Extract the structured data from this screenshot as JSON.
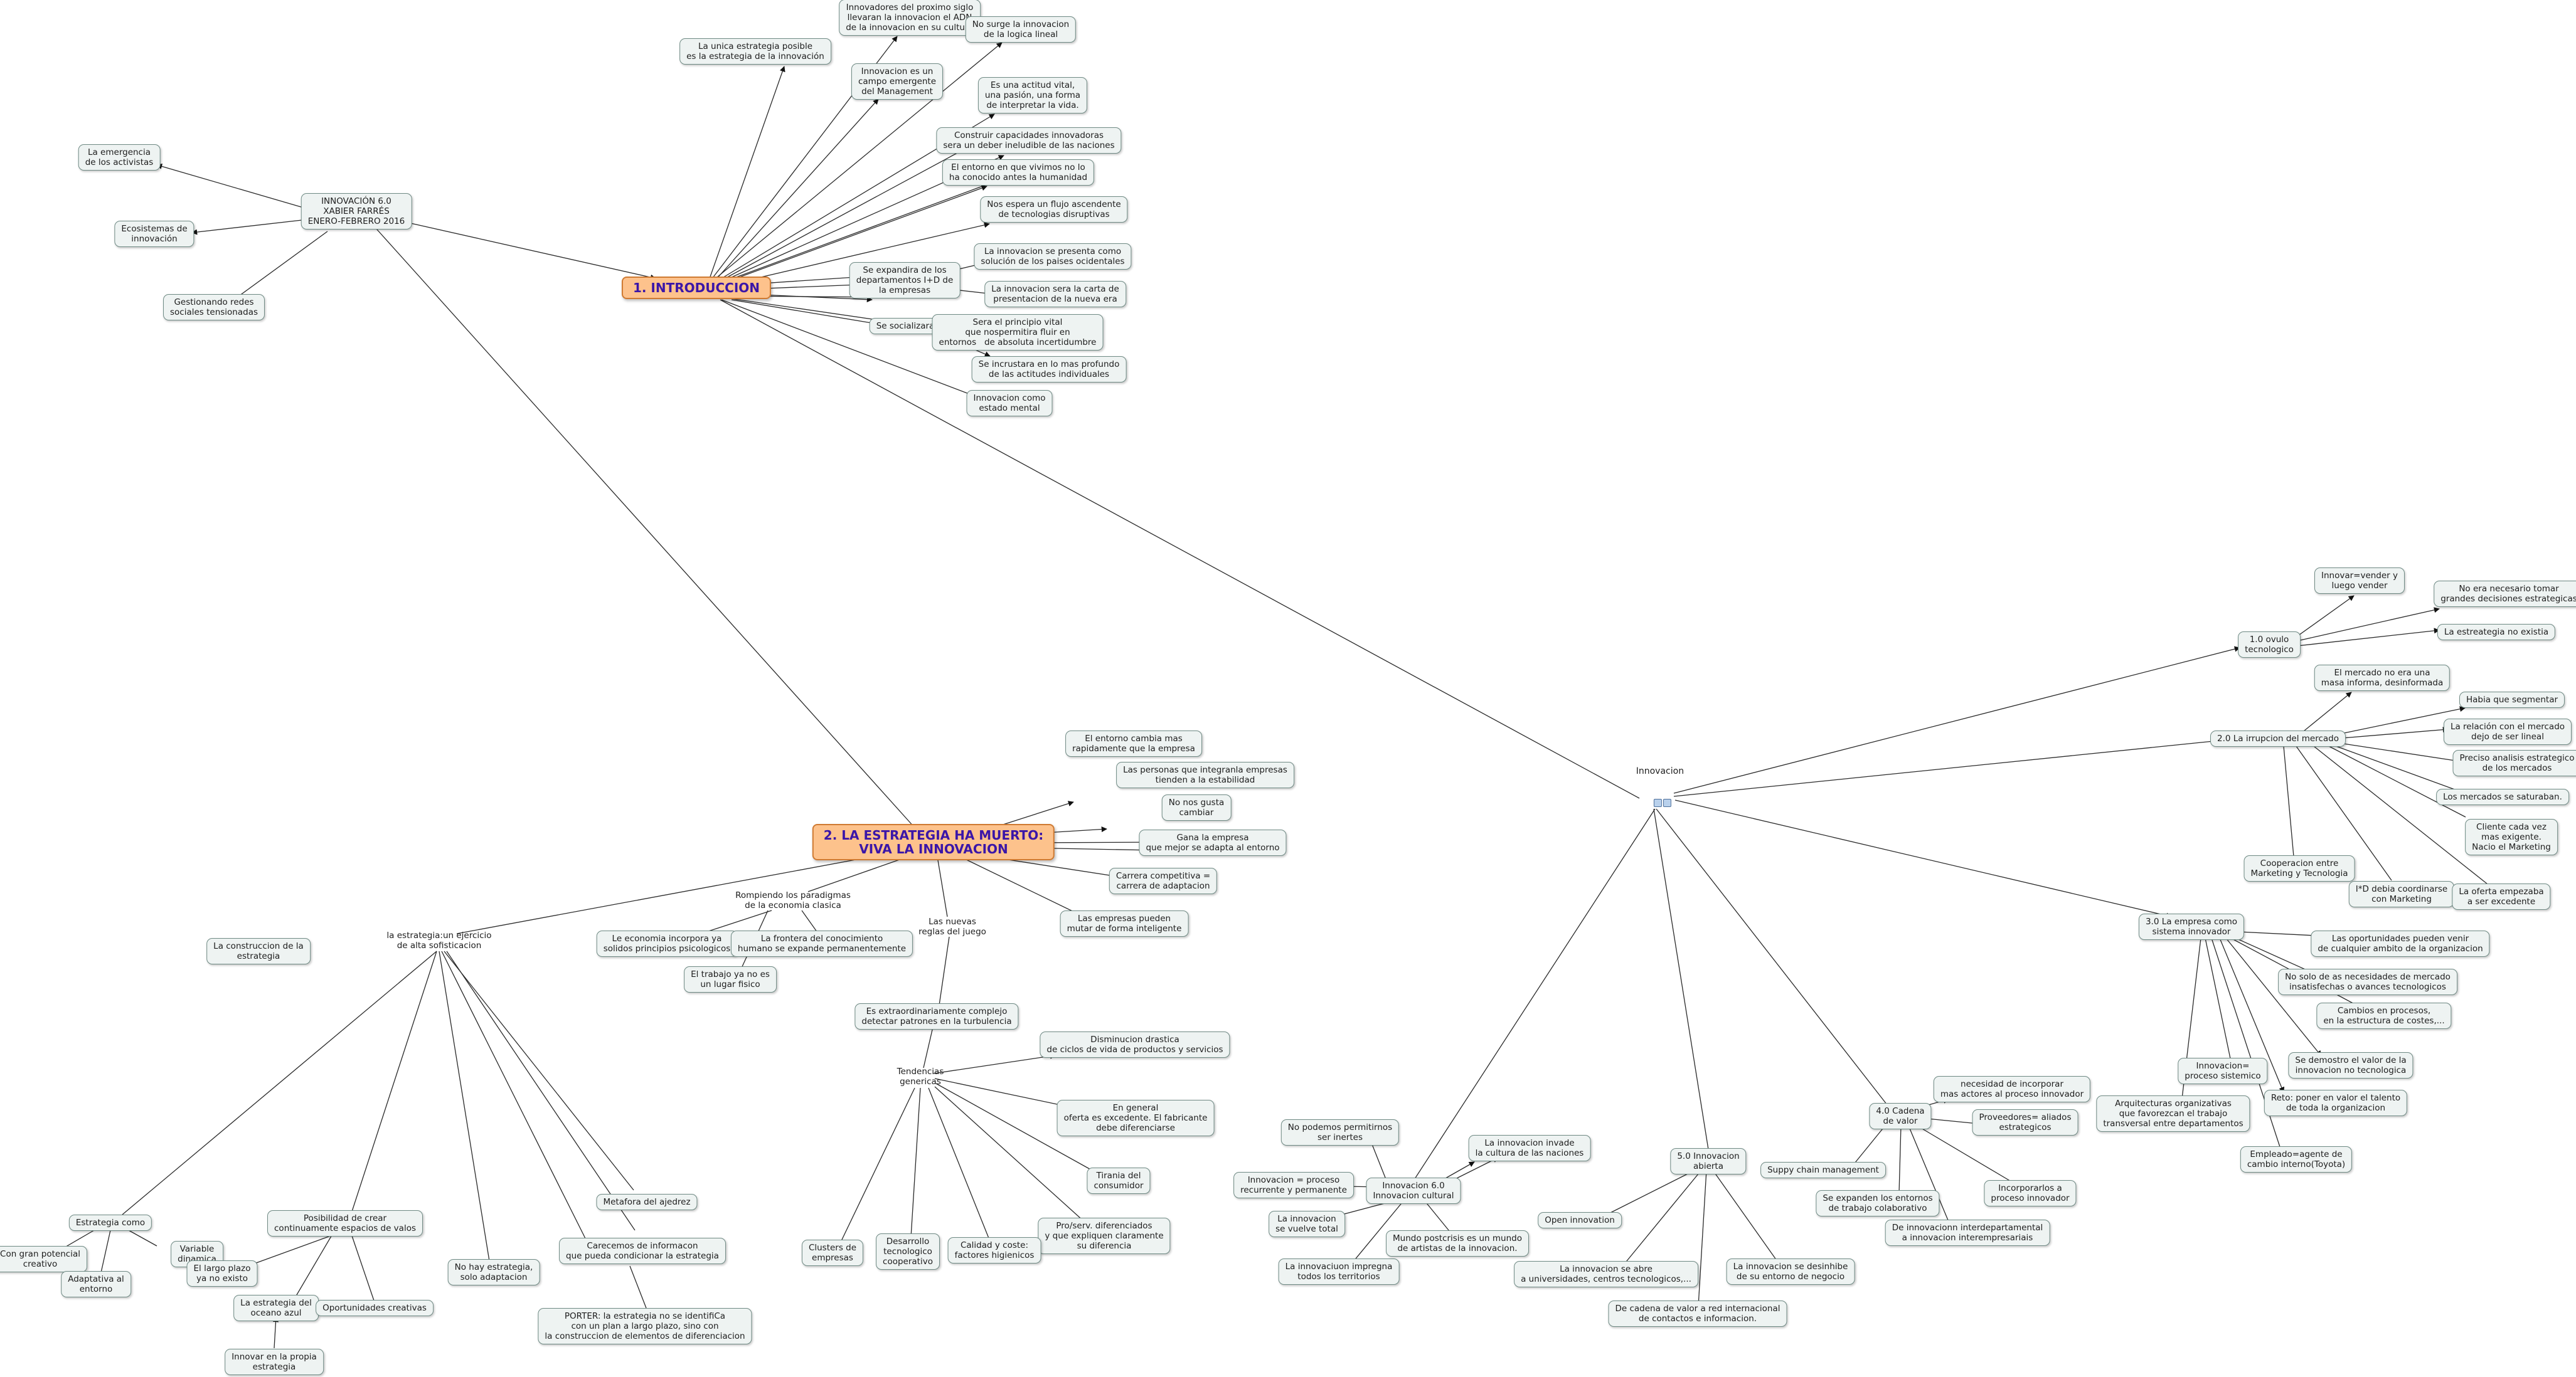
{
  "map": {
    "root": "INNOVACIÓN 6.0\nXABIER FARRÉS\nENERO-FEBRERO 2016",
    "emergencia": "La emergencia\nde los activistas",
    "ecosistemas": "Ecosistemas de\ninnovación",
    "gestionando": "Gestionando redes\nsociales tensionadas",
    "intro": "1. INTRODUCCION",
    "i_unica": "La unica estrategia posible\nes la estrategia de la innovación",
    "i_innovadores": "Innovadores del proximo siglo\nllevaran la innovacion el ADN\nde la innovacion en su cultura",
    "i_no_surge": "No surge la innovacion\nde la logica lineal",
    "i_campo": "Innovacion es un\ncampo emergente\ndel Management",
    "i_actitud": "Es una actitud vital,\nuna pasión, una forma\nde interpretar la vida.",
    "i_construir": "Construir capacidades innovadoras\nsera un deber ineludible de las naciones",
    "i_entorno": "El entorno en que vivimos no lo\nha conocido antes la humanidad",
    "i_flujo": "Nos espera un flujo ascendente\nde tecnologias disruptivas",
    "i_expandira": "Se expandira de los\ndepartamentos I+D de\nla empresas",
    "i_paises": "La innovacion se presenta como\nsolución de los paises ocidentales",
    "i_carta": "La innovacion sera la carta de\npresentacion de la nueva era",
    "i_socializara": "Se socializara",
    "i_principio": "Sera el principio vital\nque nospermitira fluir en\nentornos   de absoluta incertidumbre",
    "i_incrustara": "Se incrustara en lo mas profundo\nde las actitudes individuales",
    "i_estado": "Innovacion como\nestado mental",
    "estrategia": "2. LA ESTRATEGIA HA MUERTO:\nVIVA LA INNOVACION",
    "e_entorno": "El entorno cambia mas\nrapidamente que la empresa",
    "e_personas": "Las personas que integranla empresas\ntienden a la estabilidad",
    "e_no_gusta": "No nos gusta\ncambiar",
    "e_gana": "Gana la empresa\nque mejor se adapta al entorno",
    "e_carrera": "Carrera competitiva =\ncarrera de adaptacion",
    "e_mutar": "Las empresas pueden\nmutar de forma inteligente",
    "e_rompiendo": "Rompiendo los paradigmas\nde la economia clasica",
    "e_psicologicos": "Le economia incorpora ya\nsolidos principios psicologicos",
    "e_frontera": "La frontera del conocimiento\nhumano se expande permanentemente",
    "e_trabajo": "El trabajo ya no es\nun lugar fisico",
    "e_reglas": "Las nuevas\nreglas del juego",
    "e_complejo": "Es extraordinariamente complejo\ndetectar patrones en la turbulencia",
    "e_tendencias": "Tendencias\ngenericas",
    "e_disminucion": "Disminucion drastica\nde ciclos de vida de productos y servicios",
    "e_excedente": "En general\noferta es excedente. El fabricante\ndebe diferenciarse",
    "e_tirania": "Tirania del\nconsumidor",
    "e_pro": "Pro/serv. diferenciados\ny que expliquen claramente\nsu diferencia",
    "e_calidad": "Calidad y coste:\nfactores higienicos",
    "e_desarrollo": "Desarrollo\ntecnologico\ncooperativo",
    "e_clusters": "Clusters de\nempresas",
    "e_ejercicio": "la estrategia:un ejercicio\nde alta sofisticacion",
    "e_construccion": "La construccion de la\nestrategia",
    "e_como": "Estrategia como",
    "e_potencial": "Con gran potencial\ncreativo",
    "e_adaptativa": "Adaptativa al\nentorno",
    "e_variable": "Variable\ndinamica",
    "e_posibilidad": "Posibilidad de crear\ncontinuamente espacios de valos",
    "e_largo": "El largo plazo\nya no existo",
    "e_oceano": "La estrategia del\noceano azul",
    "e_propia": "Innovar en la propia\nestrategia",
    "e_oportunidades": "Oportunidades creativas",
    "e_no_hay": "No hay estrategia,\nsolo adaptacion",
    "e_carecemos": "Carecemos de informacon\nque pueda condicionar la estrategia",
    "e_porter": "PORTER: la estrategia no se identifiCa\ncon un plan a largo plazo, sino con\nla construccion de elementos de diferenciacion",
    "e_ajedrez": "Metafora del ajedrez",
    "hub": "Innovacion",
    "h_ovulo": "1.0 ovulo\ntecnologico",
    "h_innovar": "Innovar=vender y\nluego vender",
    "h_no_era": "No era necesario tomar\ngrandes decisiones estrategicas",
    "h_existia": "La estreategia no existia",
    "h_irrupcion": "2.0 La irrupcion del mercado",
    "h_masa": "El mercado no era una\nmasa informa, desinformada",
    "h_segmentar": "Habia que segmentar",
    "h_relacion": "La relación con el mercado\ndejo de ser lineal",
    "h_preciso": "Preciso analisis estrategico\nde los mercados",
    "h_saturaban": "Los mercados se saturaban.",
    "h_cliente": "Cliente cada vez\nmas exigente.\nNacio el Marketing",
    "h_cooperacion": "Cooperacion entre\nMarketing y Tecnologia",
    "h_id": "I*D debia coordinarse\ncon Marketing",
    "h_oferta": "La oferta empezaba\na ser excedente",
    "h_sistema": "3.0 La empresa como\nsistema innovador",
    "h_oportunidades": "Las oportunidades pueden venir\nde cualquier ambito de la organizacion",
    "h_necesidades": "No solo de as necesidades de mercado\ninsatisfechas o avances tecnologicos",
    "h_cambios": "Cambios en procesos,\nen la estructura de costes,...",
    "h_demostro": "Se demostro el valor de la\ninnovacion no tecnologica",
    "h_reto": "Reto: poner en valor el talento\nde toda la organizacion",
    "h_empleado": "Empleado=agente de\ncambio interno(Toyota)",
    "h_sistemico": "Innovacion=\nproceso sistemico",
    "h_arquitecturas": "Arquitecturas organizativas\nque favorezcan el trabajo\ntransversal entre departamentos",
    "h_cadena": "4.0 Cadena\nde valor",
    "h_incorporar": "necesidad de incorporar\nmas actores al proceso innovador",
    "h_proveedores": "Proveedores= aliados\nestrategicos",
    "h_incorporarlos": "Incorporarlos a\nproceso innovador",
    "h_interdepartamental": "De innovacionn interdepartamental\na innovacion interempresariais",
    "h_entornos": "Se expanden los entornos\nde trabajo colaborativo",
    "h_supply": "Suppy chain management",
    "h_abierta": "5.0 Innovacion\nabierta",
    "h_open": "Open innovation",
    "h_universidades": "La innovacion se abre\na universidades, centros tecnologicos,...",
    "h_red": "De cadena de valor a red internacional\nde contactos e informacion.",
    "h_desinhibe": "La innovacion se desinhibe\nde su entorno de negocio",
    "h_cultural": "Innovacion 6.0\nInnovacion cultural",
    "h_invade": "La innovacion invade\nla cultura de las naciones",
    "h_inertes": "No podemos permitirnos\nser inertes",
    "h_recurrente": "Innovacion = proceso\nrecurrente y permanente",
    "h_total": "La innovacion\nse vuelve total",
    "h_impregna": "La innovaciuon impregna\ntodos los territorios",
    "h_artistas": "Mundo postcrisis es un mundo\nde artistas de la innovacion."
  },
  "colors": {
    "main_fill": "#fdc28c",
    "main_text": "#3b16a8",
    "node_fill": "#eef3f2",
    "edge": "#2a2a2a"
  }
}
